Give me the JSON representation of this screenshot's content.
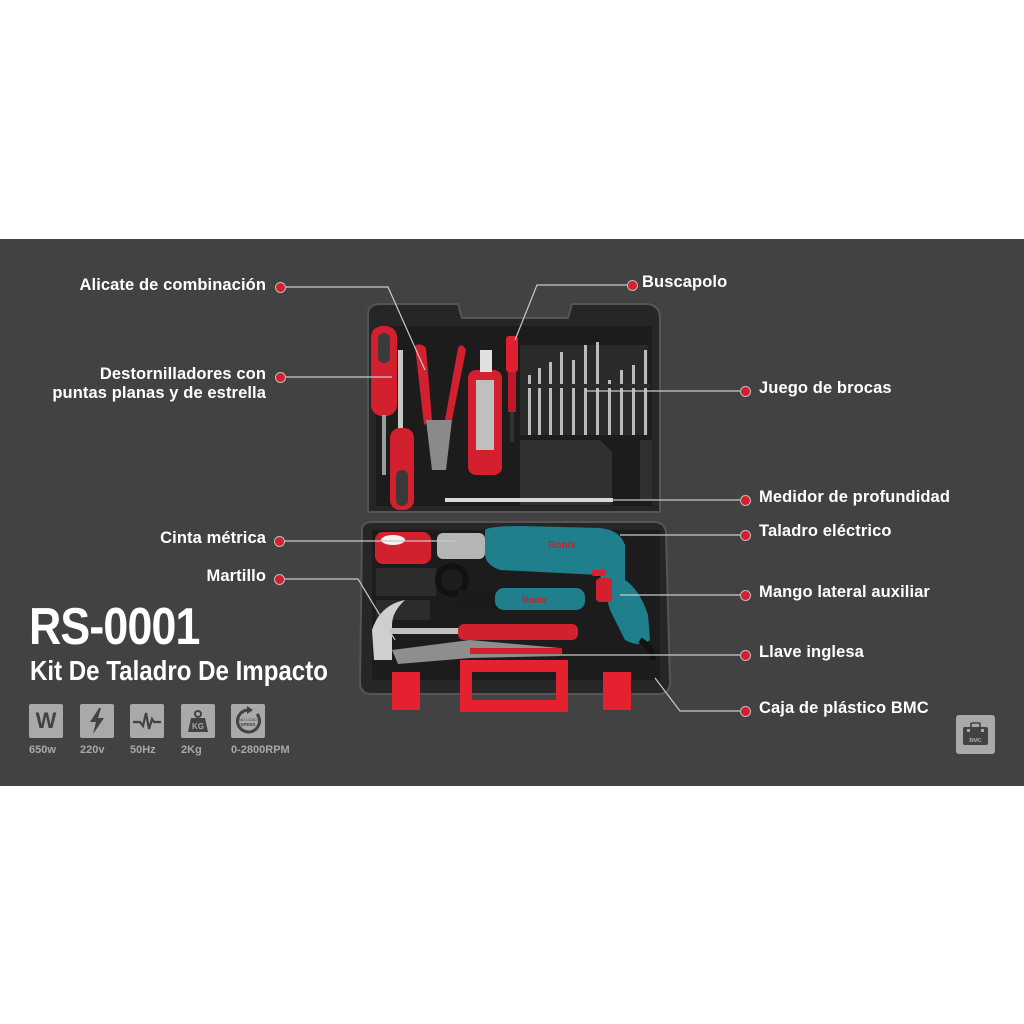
{
  "product": {
    "model": "RS-0001",
    "subtitle": "Kit De Taladro De Impacto",
    "brand_on_tools": "Ronix"
  },
  "specs": [
    {
      "icon": "watt-icon",
      "glyph": "W",
      "value": "650w"
    },
    {
      "icon": "voltage-bolt-icon",
      "glyph": "",
      "value": "220v"
    },
    {
      "icon": "frequency-wave-icon",
      "glyph": "",
      "value": "50Hz"
    },
    {
      "icon": "weight-kg-icon",
      "glyph": "KG",
      "value": "2Kg"
    },
    {
      "icon": "no-load-speed-icon",
      "glyph": "NO LOAD SPEED",
      "value": "0-2800RPM"
    }
  ],
  "callouts_left": [
    {
      "label": "Alicate de combinación"
    },
    {
      "label": "Destornilladores con\npuntas planas y de estrella"
    },
    {
      "label": "Cinta métrica"
    },
    {
      "label": "Martillo"
    }
  ],
  "callouts_right": [
    {
      "label": "Buscapolo"
    },
    {
      "label": "Juego de brocas"
    },
    {
      "label": "Medidor de profundidad"
    },
    {
      "label": "Taladro eléctrico"
    },
    {
      "label": "Mango lateral auxiliar"
    },
    {
      "label": "Llave inglesa"
    },
    {
      "label": "Caja de plástico BMC"
    }
  ],
  "badge": {
    "icon": "toolbox-icon",
    "text": "BMC"
  },
  "colors": {
    "background": "#424242",
    "accent_red": "#d3202f",
    "drill_teal": "#1f7f8c",
    "spec_gray": "#a9a9a9"
  }
}
